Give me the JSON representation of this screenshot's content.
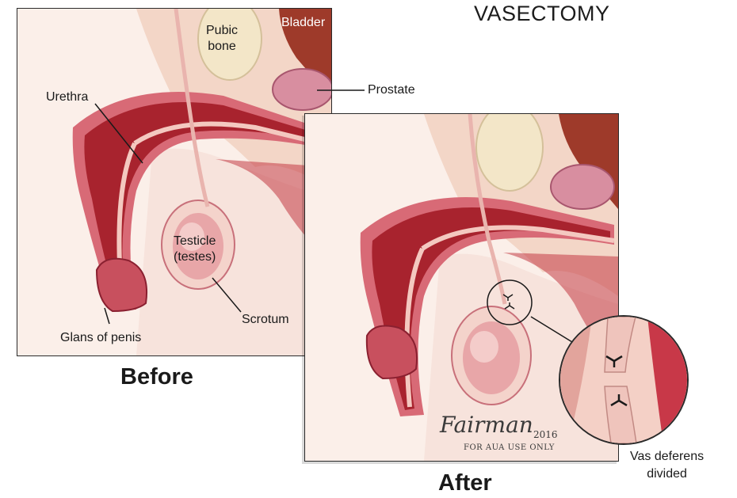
{
  "title": "VASECTOMY",
  "before": {
    "caption": "Before",
    "labels": {
      "bladder": "Bladder",
      "pubic_bone": "Pubic\nbone",
      "urethra": "Urethra",
      "testicle": "Testicle\n(testes)",
      "scrotum": "Scrotum",
      "glans": "Glans of penis"
    }
  },
  "after": {
    "caption": "After"
  },
  "labels": {
    "prostate": "Prostate",
    "vas_deferens": "Vas deferens\ndivided"
  },
  "signature": {
    "name": "Fairman",
    "year": "2016",
    "note": "FOR AUA USE ONLY"
  },
  "colors": {
    "tissue_dark": "#a8232e",
    "tissue_mid": "#d8707a",
    "tissue_light": "#f2c4bc",
    "bladder": "#9e3a2a",
    "prostate": "#d88ea0",
    "bone": "#f3e6c8"
  }
}
